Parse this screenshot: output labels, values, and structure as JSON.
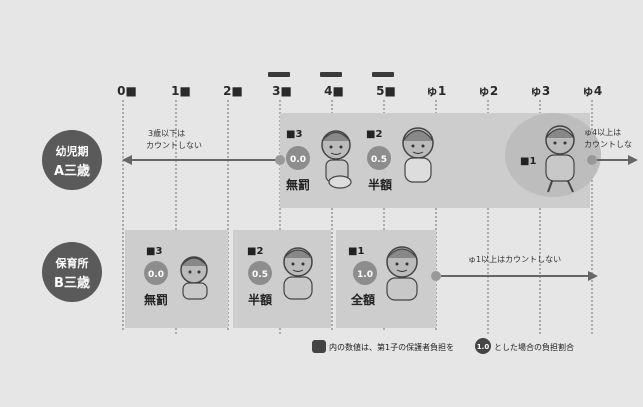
{
  "axis": {
    "ticks": [
      "0■",
      "1■",
      "2■",
      "3■",
      "4■",
      "5■",
      "ゅ1",
      "ゅ2",
      "ゅ3",
      "ゅ4"
    ]
  },
  "groups": [
    {
      "label_line1": "幼児期",
      "label_line2": "A三歳",
      "left_note_line1": "3歳以下は",
      "left_note_line2": "カウントしない",
      "right_note_line1": "ゅ4以上は",
      "right_note_line2": "カウントしな",
      "children": [
        {
          "rank": "■3",
          "value": "0.0",
          "caption": "無罰"
        },
        {
          "rank": "■2",
          "value": "0.5",
          "caption": "半額"
        },
        {
          "rank": "■1",
          "value": "",
          "caption": ""
        }
      ]
    },
    {
      "label_line1": "保育所",
      "label_line2": "B三歳",
      "right_note": "ゅ1以上はカウントしない",
      "children": [
        {
          "rank": "■3",
          "value": "0.0",
          "caption": "無罰"
        },
        {
          "rank": "■2",
          "value": "0.5",
          "caption": "半額"
        },
        {
          "rank": "■1",
          "value": "1.0",
          "caption": "全額"
        }
      ]
    }
  ],
  "footnote": {
    "part1": "内の数値は、第1子の保護者負担を",
    "badge": "1.0",
    "part2": "とした場合の負担割合"
  },
  "colors": {
    "background": "#e6e6e6",
    "group_badge": "#5a5a5a",
    "band": "#cdcdcd",
    "value_badge": "#8d8d8d",
    "dot": "#999999"
  }
}
